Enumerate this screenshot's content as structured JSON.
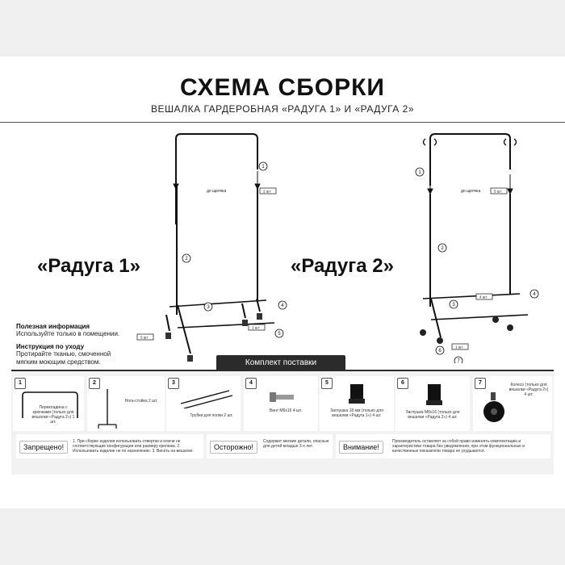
{
  "header": {
    "title": "СХЕМА СБОРКИ",
    "subtitle": "ВЕШАЛКА ГАРДЕРОБНАЯ «РАДУГА 1» И «РАДУГА 2»"
  },
  "models": {
    "left": "«Радуга 1»",
    "right": "«Радуга 2»"
  },
  "diagram": {
    "click_label": "до щелчка",
    "tag_2sht": "2 шт",
    "tag_1sht": "1 шт",
    "tag_4sht": "4 шт",
    "tag_5sht": "5 шт",
    "callouts": [
      "1",
      "2",
      "3",
      "4",
      "5",
      "6",
      "7"
    ]
  },
  "info": {
    "useful_title": "Полезная информация",
    "useful_text": "Используйте только в помещении.",
    "care_title": "Инструкция по уходу",
    "care_text_1": "Протирайте тканью, смоченной",
    "care_text_2": "мягким моющим средством."
  },
  "kit": {
    "tab_label": "Комплект поставки",
    "items": [
      {
        "num": "1",
        "label": "Перекладина с крючками (только для вешалки «Радуга 2») 1 шт."
      },
      {
        "num": "2",
        "label": "Нога-стойка 2 шт."
      },
      {
        "num": "3",
        "label": "Трубки для полки 2 шт."
      },
      {
        "num": "4",
        "label": "Винт М6х16 4 шт."
      },
      {
        "num": "5",
        "label": "Заглушка 18 мм (только для вешалки «Радуга 1») 4 шт."
      },
      {
        "num": "6",
        "label": "Заглушка М6х16 (только для вешалки «Радуга 2») 4 шт."
      },
      {
        "num": "7",
        "label": "Колесо (только для вешалки «Радуга 2») 4 шт."
      }
    ]
  },
  "warnings": [
    {
      "title": "Запрещено!",
      "text": "1. При сборке изделия использовать отвертки и ключи не соответствующие конфигурации или размеру крепежа. 2. Использовать изделие не по назначению. 3. Висеть на вешалке."
    },
    {
      "title": "Осторожно!",
      "text": "Содержит мелкие детали, опасные для детей младше 3-х лет."
    },
    {
      "title": "Внимание!",
      "text": "Производитель оставляет за собой право изменять комплектацию и характеристики товара без уведомления, при этом функциональные и качественные показатели товара не ухудшаются."
    }
  ]
}
